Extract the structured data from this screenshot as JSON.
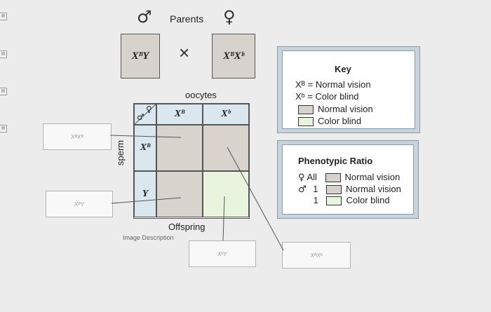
{
  "sidebar": {
    "items": [
      {
        "icon": "document-icon"
      },
      {
        "icon": "document-icon"
      },
      {
        "icon": "document-icon"
      },
      {
        "icon": "document-icon"
      }
    ]
  },
  "parents": {
    "title": "Parents",
    "male_symbol": "♂",
    "female_symbol": "♀",
    "male_genotype": "XᴮY",
    "female_genotype": "XᴮXᵇ",
    "cross_symbol": "×"
  },
  "key": {
    "title": "Key",
    "xb_big": "Xᴮ = Normal vision",
    "xb_small": "Xᵇ = Color blind",
    "swatch_normal": "Normal vision",
    "swatch_colorblind": "Color blind",
    "colors": {
      "normal": "#d8d2cc",
      "colorblind": "#e8f4de"
    }
  },
  "punnett": {
    "oocytes_label": "oocytes",
    "sperm_label": "sperm",
    "corner_symbols": "♂♀",
    "oocyte_alleles": [
      "Xᴮ",
      "Xᵇ"
    ],
    "sperm_alleles": [
      "Xᴮ",
      "Y"
    ],
    "offspring_label": "Offspring",
    "image_description_link": "Image Description"
  },
  "phenotypic_ratio": {
    "title": "Phenotypic Ratio",
    "rows": [
      {
        "sex": "♀",
        "count": "All",
        "phenotype": "Normal vision"
      },
      {
        "sex": "♂",
        "count": "1",
        "phenotype": "Normal vision"
      },
      {
        "sex": "",
        "count": "1",
        "phenotype": "Color blind"
      }
    ]
  },
  "drop_targets": {
    "left_top": "XᴮXᴮ",
    "left_bottom": "XᴮY",
    "bottom_center": "XᵇY",
    "bottom_right": "XᴮXᵇ"
  }
}
